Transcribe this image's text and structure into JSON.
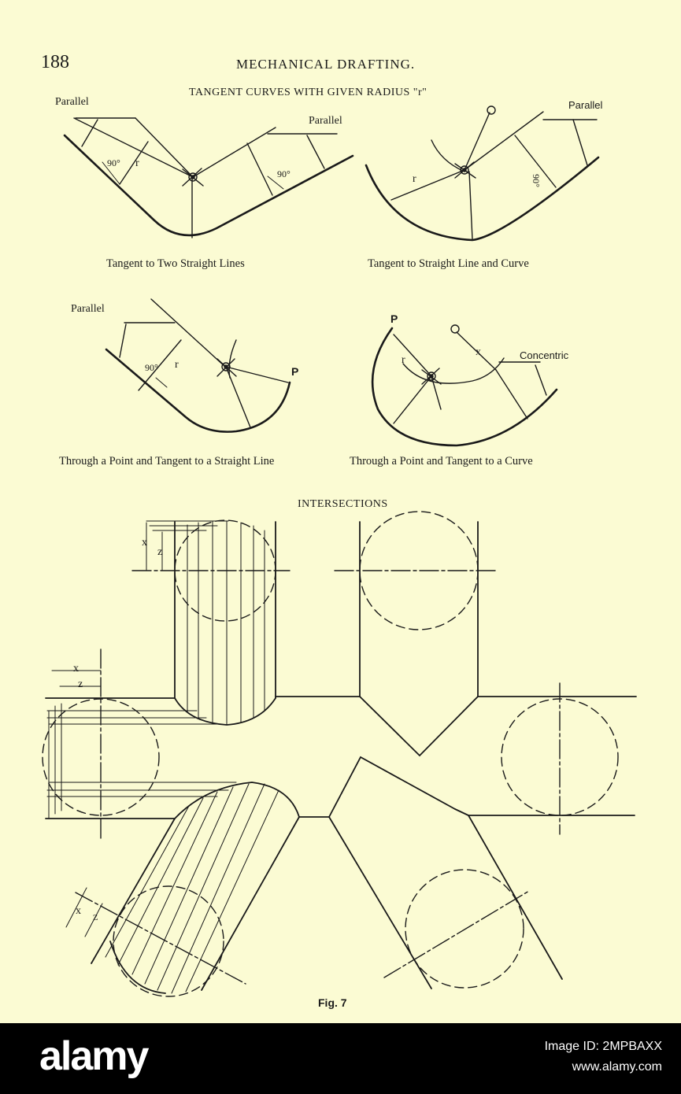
{
  "header": {
    "page_number": "188",
    "running_title": "MECHANICAL DRAFTING."
  },
  "tangent_section": {
    "title": "TANGENT CURVES WITH GIVEN RADIUS \"r\"",
    "fig1": {
      "caption": "Tangent to Two Straight Lines",
      "labels": {
        "parallel_left": "Parallel",
        "parallel_right": "Parallel",
        "angle_left": "90°",
        "angle_right": "90°",
        "r": "r"
      }
    },
    "fig2": {
      "caption": "Tangent to Straight Line and Curve",
      "labels": {
        "parallel": "Parallel",
        "angle": "90°",
        "r": "r"
      }
    },
    "fig3": {
      "caption": "Through a Point and Tangent to a Straight Line",
      "labels": {
        "parallel": "Parallel",
        "angle": "90°",
        "r": "r",
        "point": "P"
      }
    },
    "fig4": {
      "caption": "Through a Point and Tangent to a Curve",
      "labels": {
        "concentric": "Concentric",
        "r": "r",
        "x": "x",
        "point": "P"
      }
    }
  },
  "intersections": {
    "title": "INTERSECTIONS",
    "dim_x": "x",
    "dim_z": "z"
  },
  "figure_label": "Fig. 7",
  "footer": {
    "brand": "alamy",
    "image_id": "Image ID: 2MPBAXX",
    "site": "www.alamy.com"
  }
}
